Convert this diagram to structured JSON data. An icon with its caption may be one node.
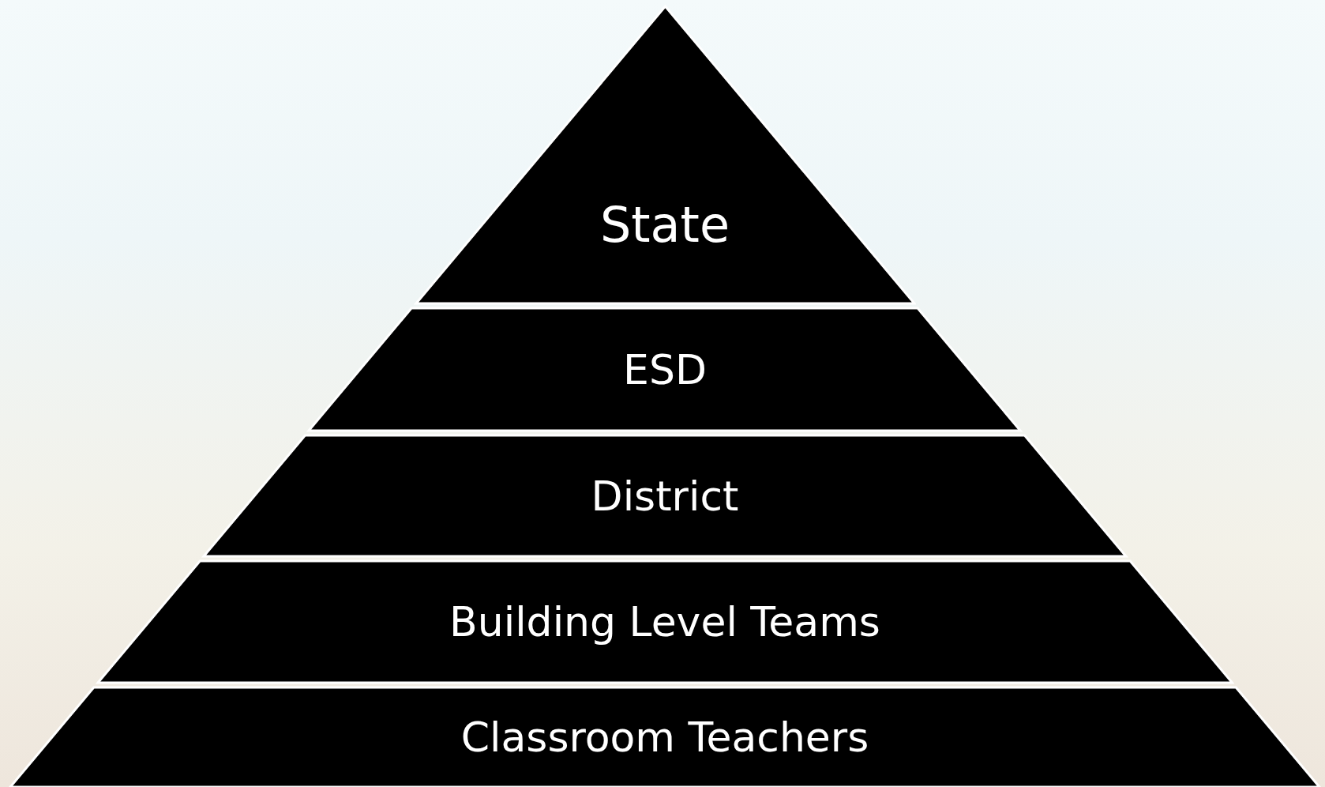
{
  "diagram": {
    "nodes": [
      {
        "text": [
          "State"
        ]
      },
      {
        "text": [
          "ESD"
        ]
      },
      {
        "text": [
          "District"
        ]
      },
      {
        "text": [
          "Building Level Teams"
        ]
      },
      {
        "text": [
          "Classroom Teachers"
        ]
      }
    ]
  }
}
